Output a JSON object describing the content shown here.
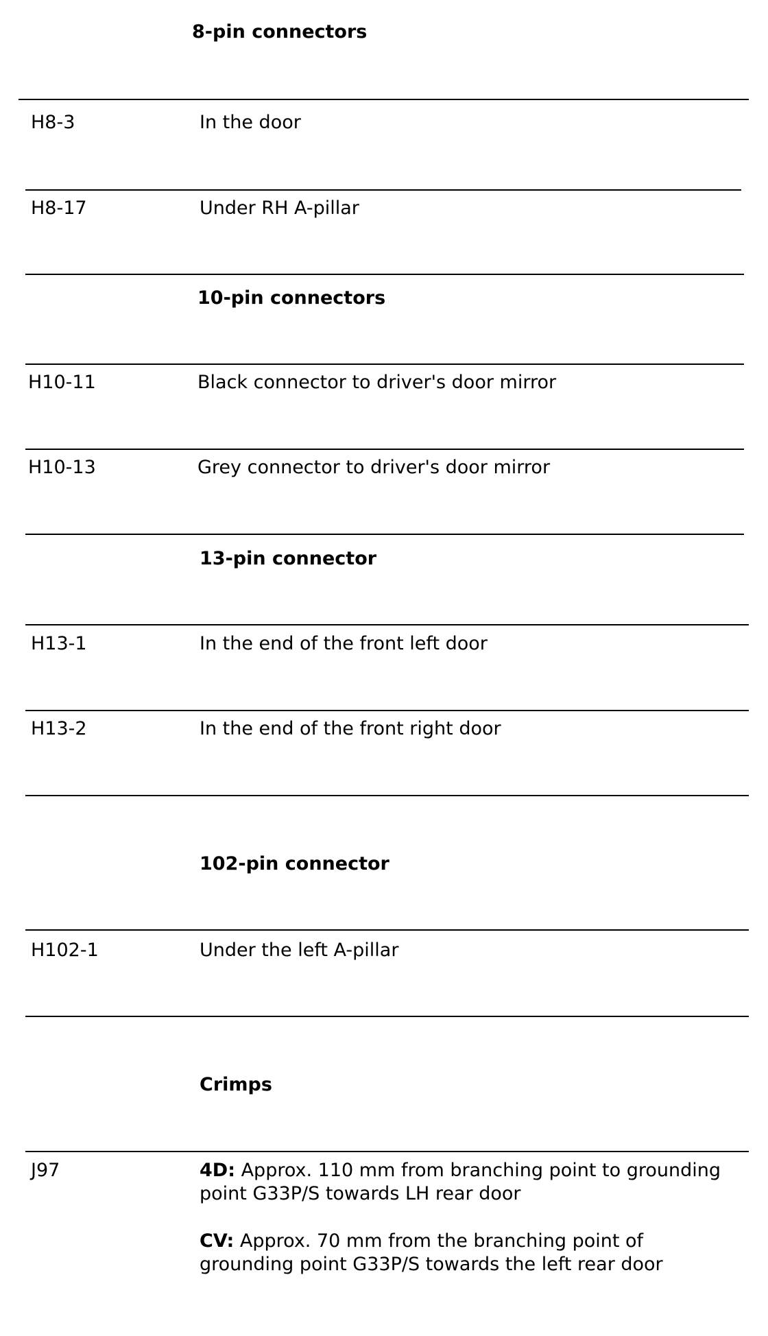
{
  "sections": {
    "s8": {
      "heading": "8-pin connectors"
    },
    "s10": {
      "heading": "10-pin connectors"
    },
    "s13": {
      "heading": "13-pin connector"
    },
    "s102": {
      "heading": "102-pin connector"
    },
    "crimps": {
      "heading": "Crimps"
    }
  },
  "rows": {
    "h8_3": {
      "code": "H8-3",
      "location": "In the door"
    },
    "h8_17": {
      "code": "H8-17",
      "location": "Under RH A-pillar"
    },
    "h10_11": {
      "code": "H10-11",
      "location": "Black connector to driver's door mirror"
    },
    "h10_13": {
      "code": "H10-13",
      "location": "Grey connector to driver's door mirror"
    },
    "h13_1": {
      "code": "H13-1",
      "location": "In the end of the front left door"
    },
    "h13_2": {
      "code": "H13-2",
      "location": "In the end of the front right door"
    },
    "h102_1": {
      "code": "H102-1",
      "location": "Under the left A-pillar"
    },
    "j97": {
      "code": "J97",
      "note_4d": {
        "label": "4D:",
        "line1": " Approx. 110 mm from branching point to grounding",
        "line2": "point G33P/S towards LH rear door"
      },
      "note_cv": {
        "label": "CV:",
        "line1": " Approx. 70 mm from the branching point of",
        "line2": "grounding point G33P/S towards the left rear door"
      }
    }
  }
}
